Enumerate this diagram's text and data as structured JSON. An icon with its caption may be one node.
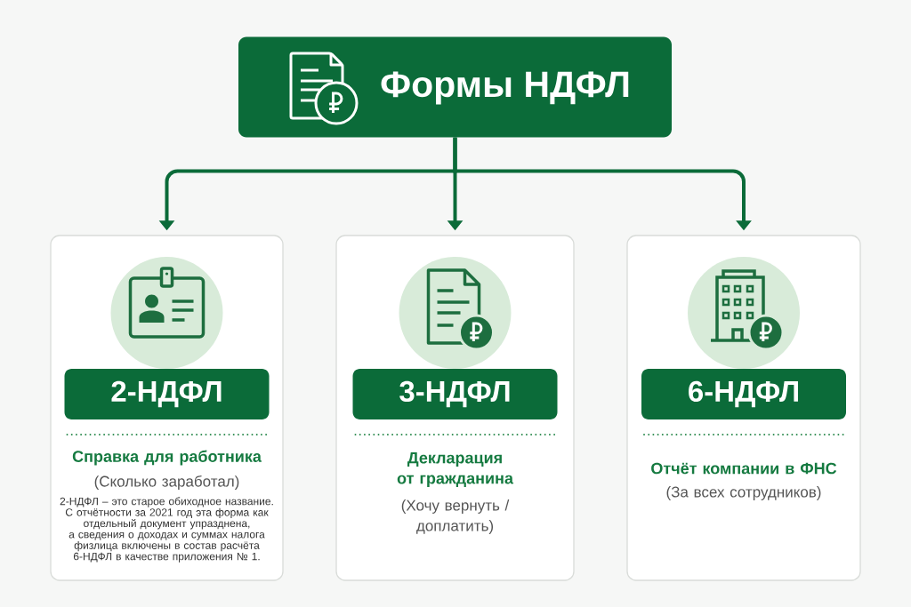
{
  "diagram": {
    "nodes": [
      {
        "text": [
          "Формы НДФЛ"
        ]
      },
      {
        "text": [
          "Справка для работника",
          "(Сколько заработал)",
          "2-НДФЛ – это старое обиходное название. С отчётности за 2021 год эта форма как отдельный документ упразднена, а сведения о доходах и суммах налога физлица включены в состав расчёта 6-НДФЛ в качестве приложения № 1."
        ]
      },
      {
        "text": [
          "2-НДФЛ"
        ],
        "in": 1
      },
      {
        "text": [
          "Декларация от гражданина",
          "(Хочу вернуть / доплатить)"
        ]
      },
      {
        "text": [
          "3-НДФЛ"
        ],
        "in": 3
      },
      {
        "text": [
          "Отчёт компании в ФНС",
          "(За всех сотрудников)"
        ]
      },
      {
        "text": [
          "6-НДФЛ"
        ],
        "in": 5
      }
    ],
    "edges": [
      {
        "from": 0,
        "to": 1,
        "arrow": "to"
      },
      {
        "from": 0,
        "to": 3,
        "arrow": "to"
      },
      {
        "from": 0,
        "to": 5,
        "arrow": "to"
      }
    ]
  }
}
